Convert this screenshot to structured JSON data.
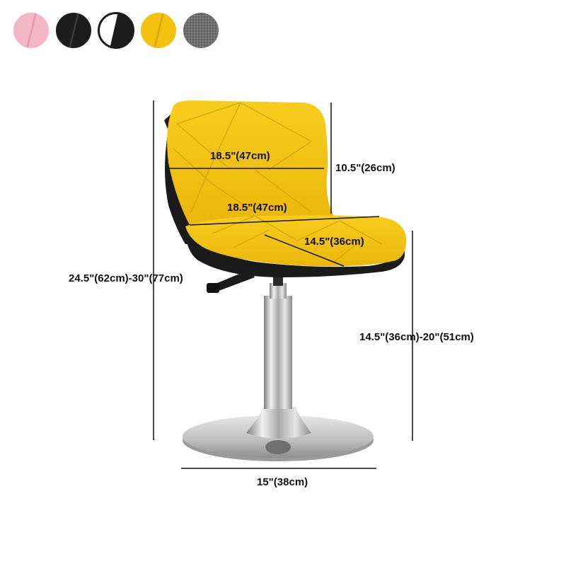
{
  "swatches": [
    {
      "name": "pink",
      "color": "#f2b6c6"
    },
    {
      "name": "black",
      "color": "#1c1c1c"
    },
    {
      "name": "black-white",
      "color": "#1c1c1c"
    },
    {
      "name": "yellow",
      "color": "#f3c20e"
    },
    {
      "name": "gray",
      "color": "#6f6f6f"
    }
  ],
  "colors": {
    "seat": "#f3c20e",
    "seat_shadow": "#d9a608",
    "seat_back": "#1a1a1a",
    "chrome": "#c8c8c8",
    "chrome_dark": "#8e8e8e"
  },
  "dimensions": {
    "back_width": "18.5\"(47cm)",
    "back_height": "10.5\"(26cm)",
    "seat_width": "18.5\"(47cm)",
    "seat_depth": "14.5\"(36cm)",
    "total_height": "24.5\"(62cm)-30\"(77cm)",
    "seat_height": "14.5\"(36cm)-20\"(51cm)",
    "base_diameter": "15\"(38cm)"
  }
}
